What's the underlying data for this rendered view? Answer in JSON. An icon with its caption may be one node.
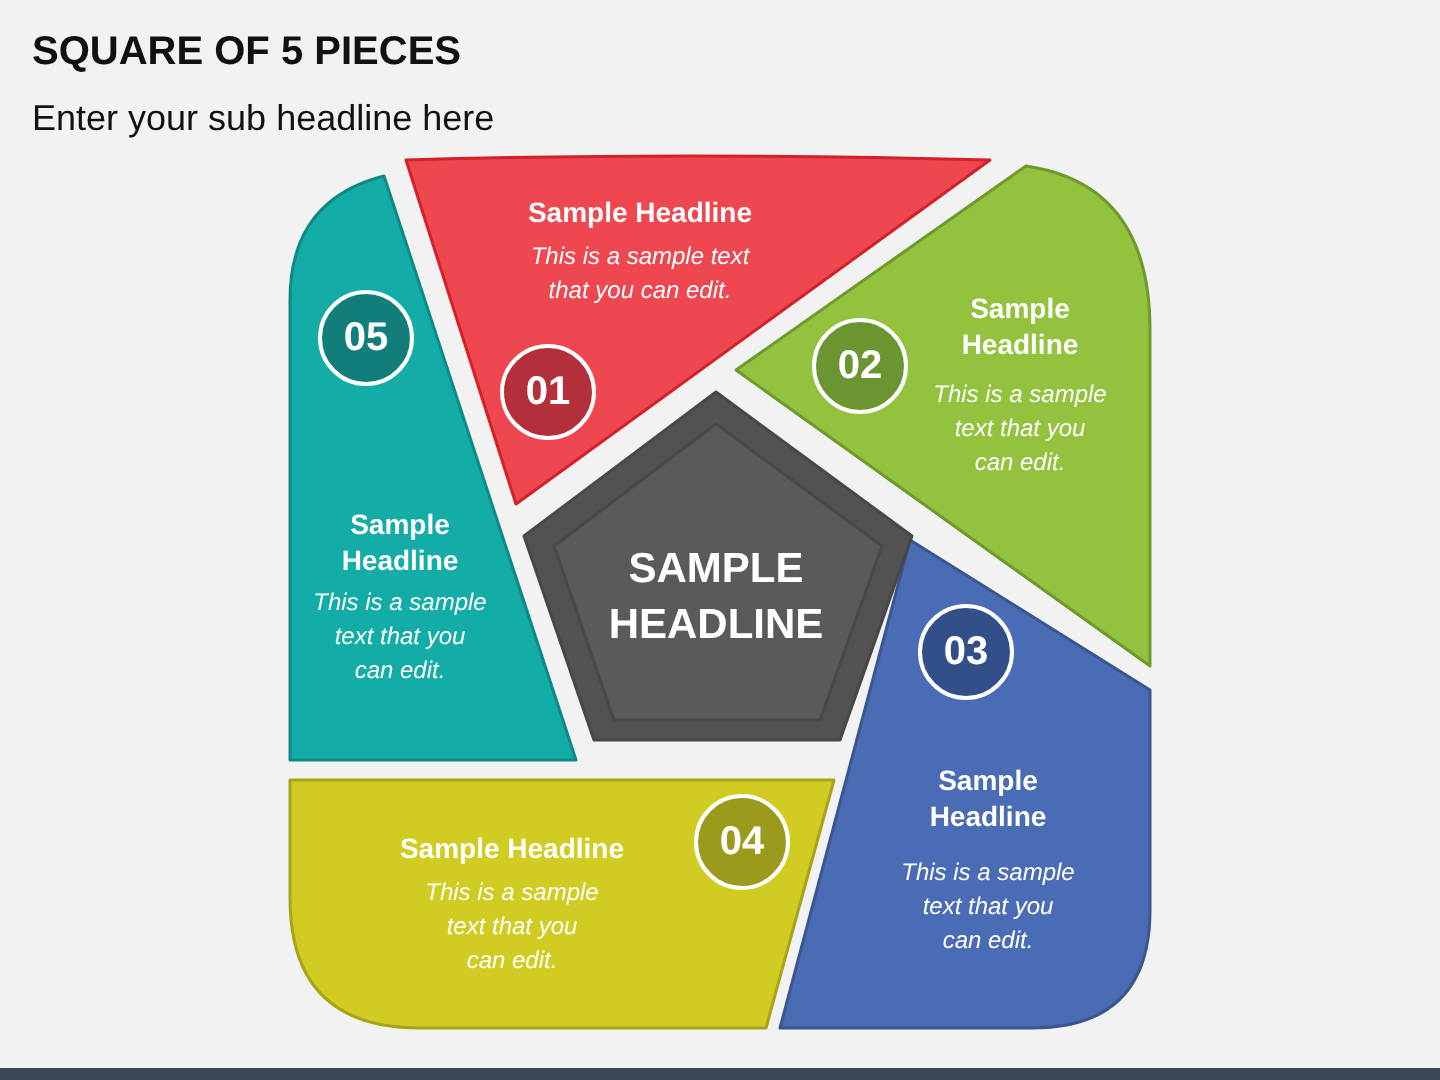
{
  "diagram": {
    "title": "SQUARE OF 5 PIECES",
    "nodes": [
      {
        "text": [
          "Sample Headline",
          "This is a sample text that you can edit."
        ]
      },
      {
        "text": [
          "01"
        ],
        "in": 0
      },
      {
        "text": [
          "Sample Headline",
          "This is a sample text that you can edit."
        ]
      },
      {
        "text": [
          "02"
        ],
        "in": 2
      },
      {
        "text": [
          "Sample Headline",
          "This is a sample text that you can edit."
        ]
      },
      {
        "text": [
          "03"
        ],
        "in": 4
      },
      {
        "text": [
          "Sample Headline",
          "This is a sample text that you can edit."
        ]
      },
      {
        "text": [
          "04"
        ],
        "in": 6
      },
      {
        "text": [
          "Sample Headline",
          "This is a sample text that you can edit."
        ]
      },
      {
        "text": [
          "05"
        ],
        "in": 8
      },
      {
        "text": [
          "SAMPLE HEADLINE"
        ]
      }
    ],
    "labels": [
      "Enter your sub headline here"
    ]
  }
}
